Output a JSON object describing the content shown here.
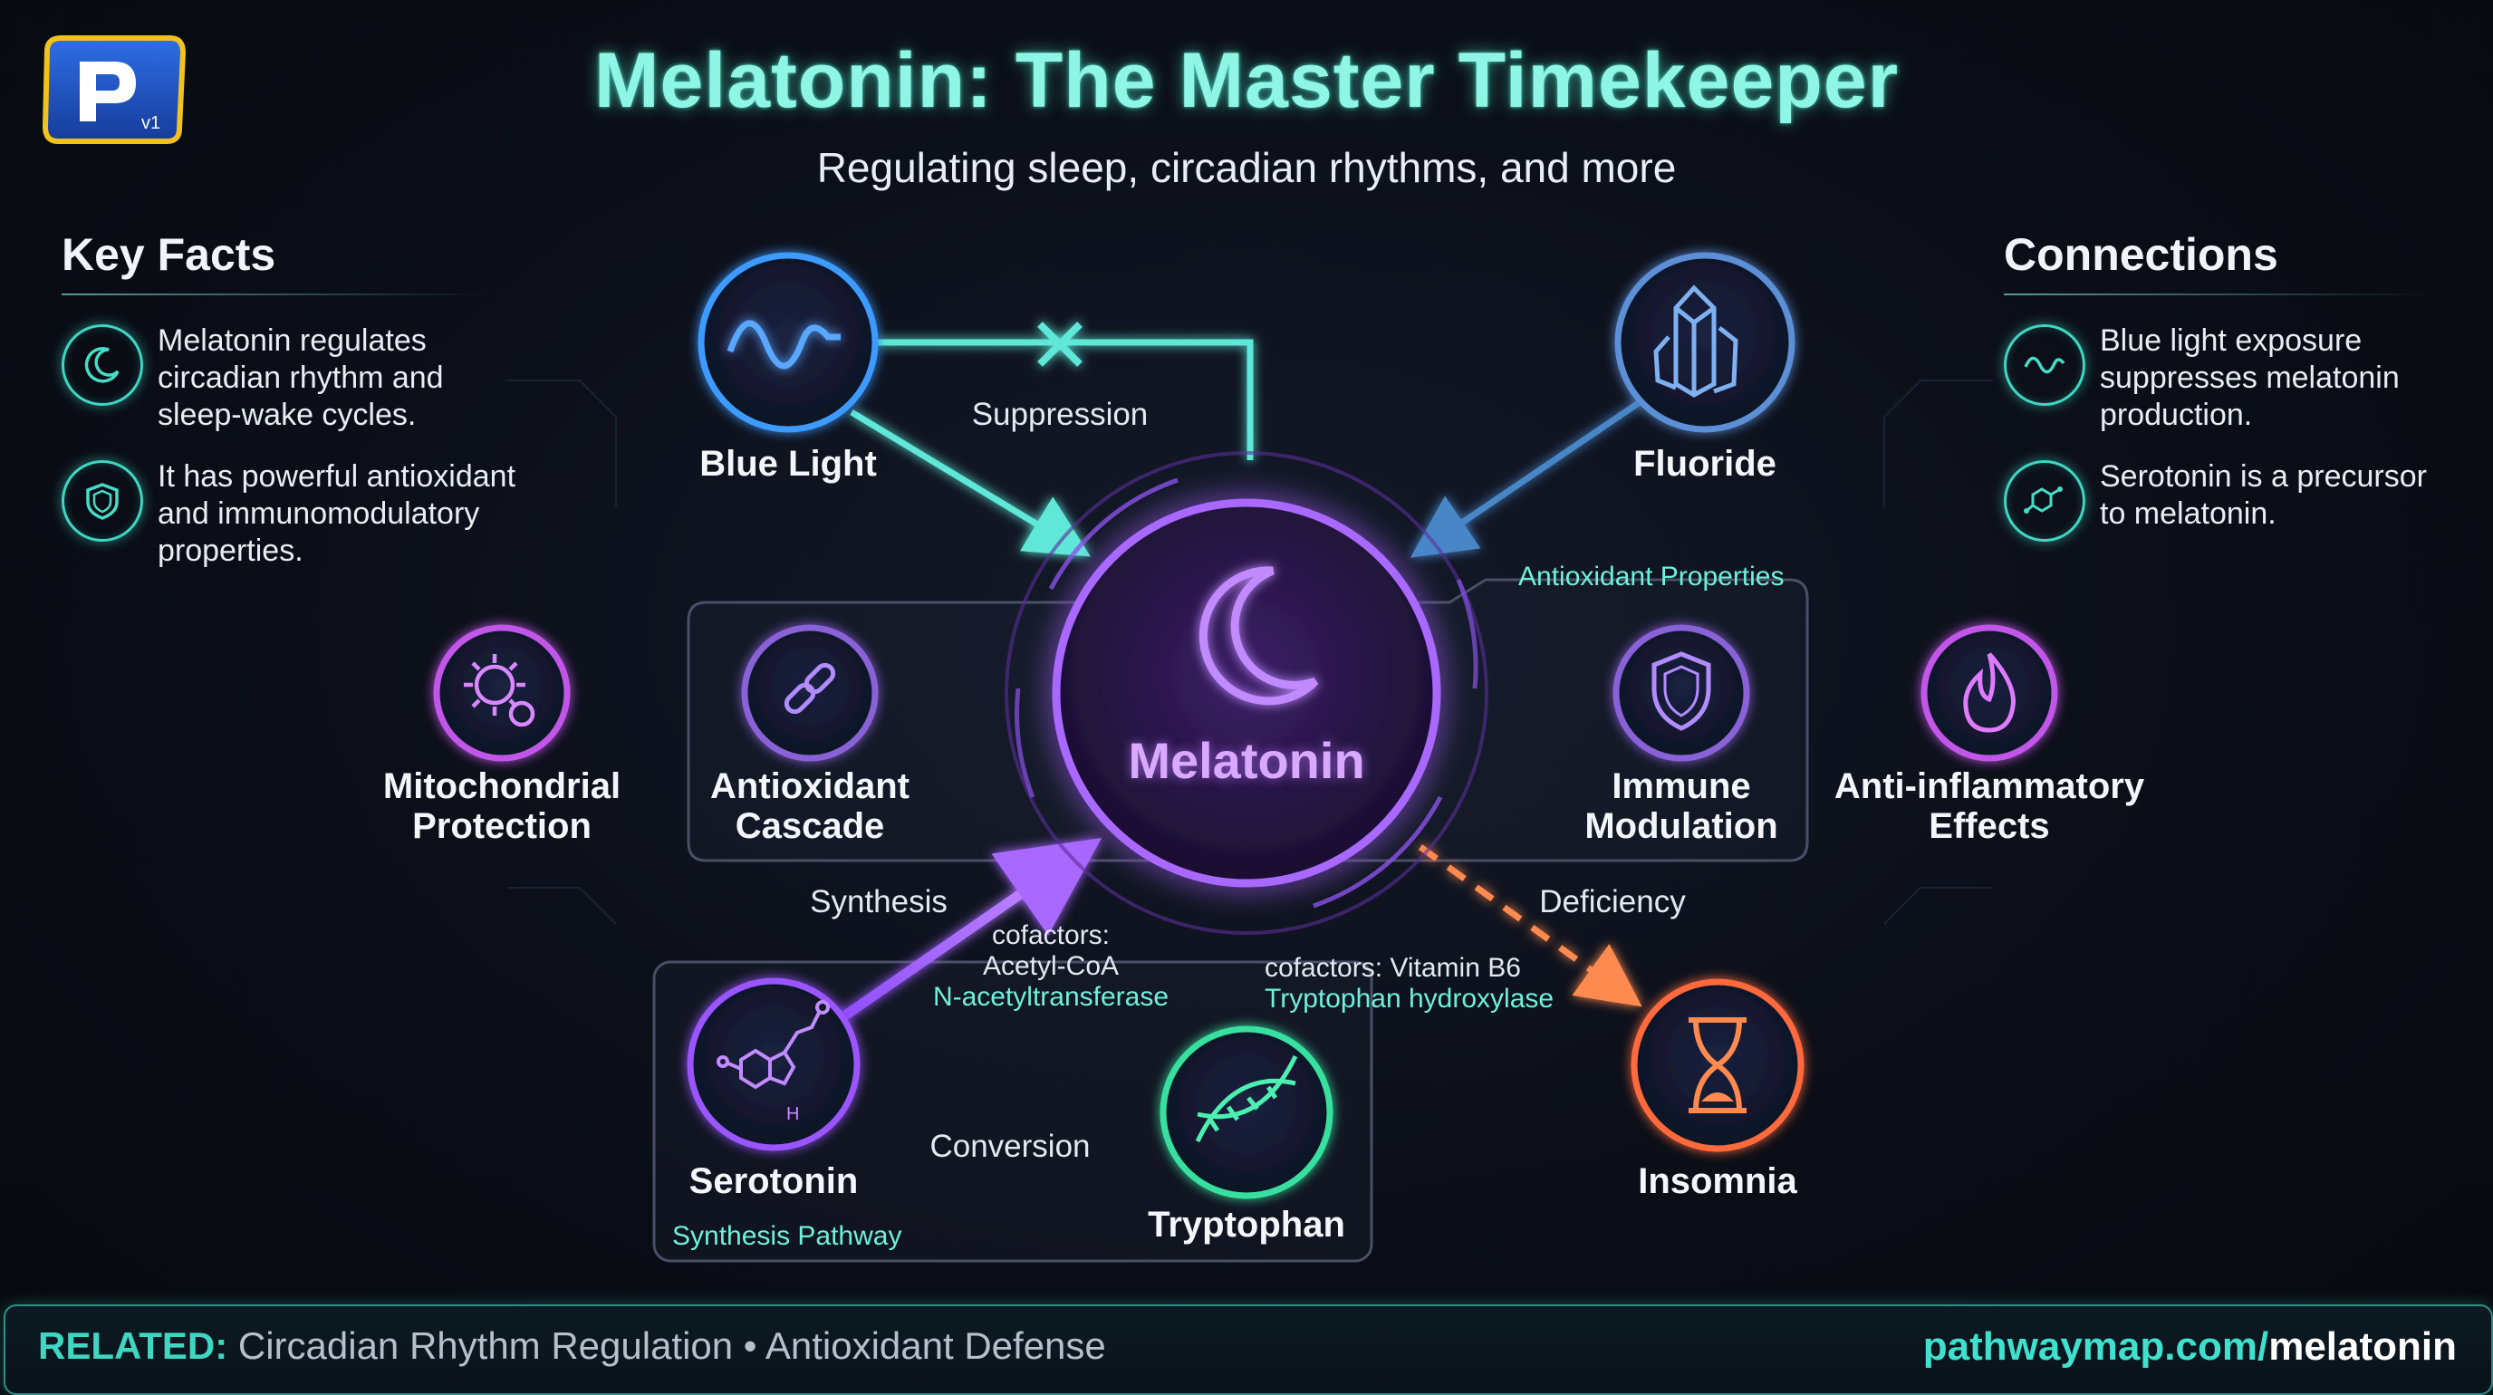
{
  "logo": {
    "letter": "P",
    "version": "v1"
  },
  "header": {
    "title": "Melatonin: The Master Timekeeper",
    "subtitle": "Regulating sleep, circadian rhythms, and more"
  },
  "key_facts": {
    "title": "Key Facts",
    "items": [
      {
        "icon": "moon-icon",
        "lines": [
          "Melatonin regulates",
          "circadian rhythm and",
          "sleep-wake cycles."
        ]
      },
      {
        "icon": "shield-icon",
        "lines": [
          "It has powerful antioxidant",
          "and immunomodulatory",
          "properties."
        ]
      }
    ]
  },
  "connections": {
    "title": "Connections",
    "items": [
      {
        "icon": "wave-icon",
        "lines": [
          "Blue light exposure",
          "suppresses melatonin",
          "production."
        ]
      },
      {
        "icon": "molecule-icon",
        "lines": [
          "Serotonin is a precursor",
          "to melatonin."
        ]
      }
    ]
  },
  "diagram": {
    "center": "Melatonin",
    "nodes": {
      "blue_light": "Blue Light",
      "fluoride": "Fluoride",
      "mitochondrial": [
        "Mitochondrial",
        "Protection"
      ],
      "antioxidant_cascade": [
        "Antioxidant",
        "Cascade"
      ],
      "immune": [
        "Immune",
        "Modulation"
      ],
      "anti_inflammatory": [
        "Anti-inflammatory",
        "Effects"
      ],
      "serotonin": "Serotonin",
      "tryptophan": "Tryptophan",
      "insomnia": "Insomnia"
    },
    "edges": {
      "suppression": "Suppression",
      "synthesis": "Synthesis",
      "conversion": "Conversion",
      "deficiency": "Deficiency",
      "synthesis_cofactors": [
        "cofactors:",
        "Acetyl-CoA",
        "N-acetyltransferase"
      ],
      "tryptophan_cofactors": [
        "cofactors: Vitamin B6",
        "Tryptophan hydroxylase"
      ]
    },
    "groups": {
      "antioxidant": "Antioxidant Properties",
      "synthesis": "Synthesis Pathway"
    }
  },
  "footer": {
    "related_label": "RELATED:",
    "related_text": "Circadian Rhythm Regulation • Antioxidant Defense",
    "url_domain": "pathwaymap.com/",
    "url_path": "melatonin"
  },
  "colors": {
    "teal": "#3fd6c2",
    "blue": "#2f8cff",
    "purple": "#a65cff",
    "orange": "#ff7a3d",
    "green": "#39e0a0"
  }
}
